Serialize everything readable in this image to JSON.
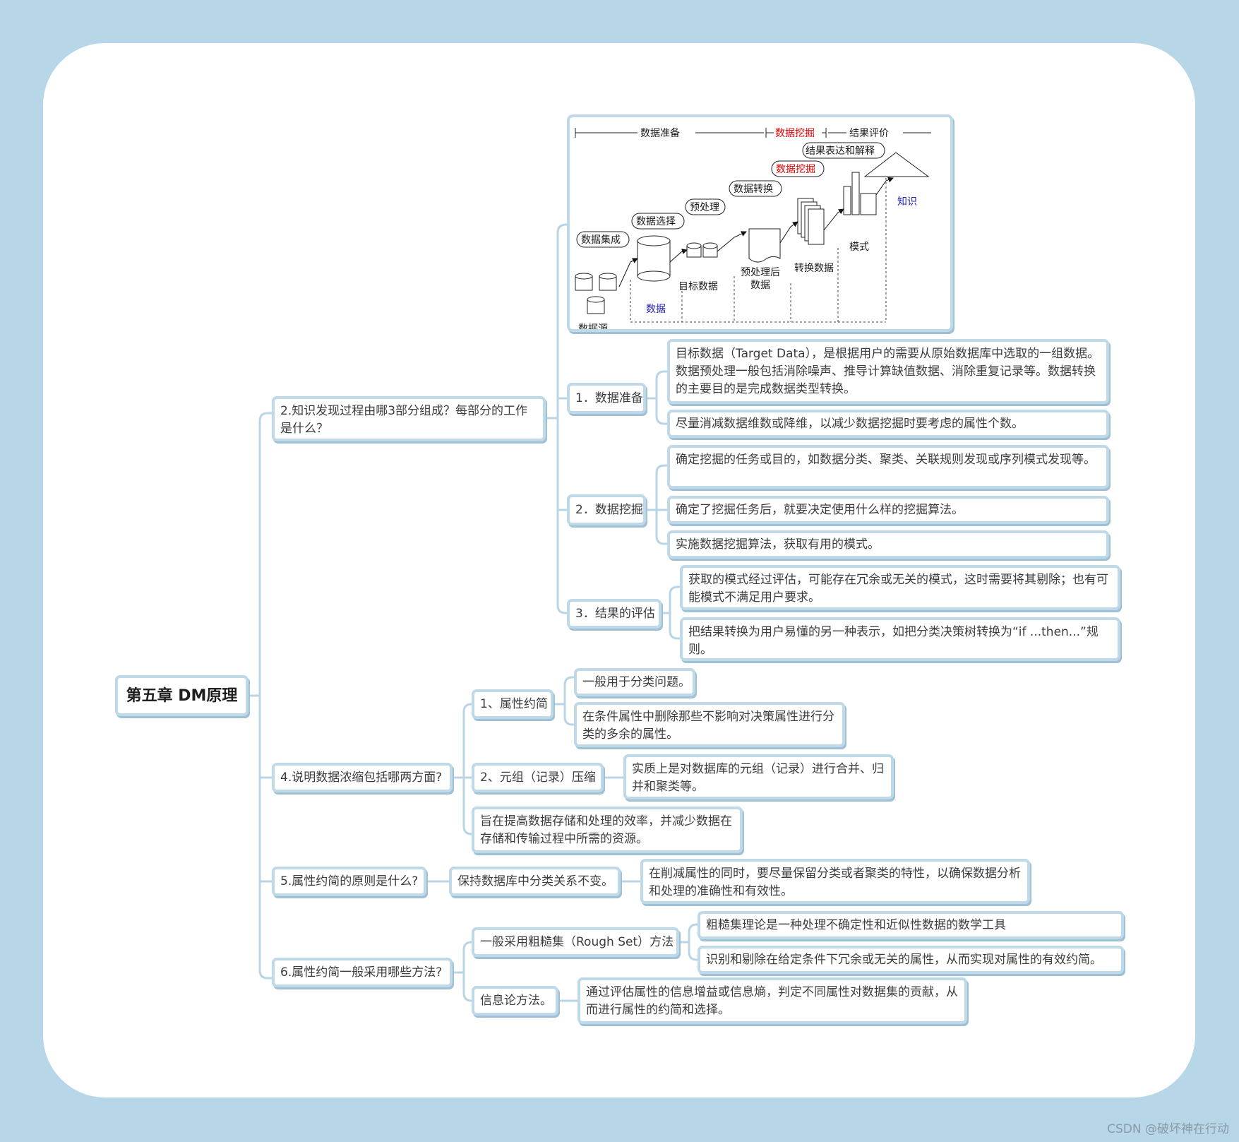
{
  "root": {
    "label": "第五章 DM原理"
  },
  "q2": {
    "label": "2.知识发现过程由哪3部分组成？每部分的工作是什么？",
    "figure": {
      "top_labels": [
        "数据准备",
        "数据挖掘",
        "结果评价"
      ],
      "steps": [
        "数据集成",
        "数据选择",
        "预处理",
        "数据转换",
        "数据挖掘",
        "结果表达和解释"
      ],
      "stores": [
        "数据源",
        "数据",
        "目标数据",
        "预处理后",
        "数据",
        "转换数据",
        "模式",
        "知识"
      ]
    },
    "parts": [
      {
        "label": "1．数据准备",
        "details": [
          "目标数据（Target Data），是根据用户的需要从原始数据库中选取的一组数据。数据预处理一般包括消除噪声、推导计算缺值数据、消除重复记录等。数据转换的主要目的是完成数据类型转换。",
          "尽量消减数据维数或降维，以减少数据挖掘时要考虑的属性个数。"
        ]
      },
      {
        "label": "2．数据挖掘",
        "details": [
          "确定挖掘的任务或目的，如数据分类、聚类、关联规则发现或序列模式发现等。",
          "确定了挖掘任务后，就要决定使用什么样的挖掘算法。",
          "实施数据挖掘算法，获取有用的模式。"
        ]
      },
      {
        "label": "3．结果的评估",
        "details": [
          "获取的模式经过评估，可能存在冗余或无关的模式，这时需要将其剔除；也有可能模式不满足用户要求。",
          "把结果转换为用户易懂的另一种表示，如把分类决策树转换为“if ...then...”规则。"
        ]
      }
    ]
  },
  "q4": {
    "label": "4.说明数据浓缩包括哪两方面?",
    "items": [
      {
        "label": "1、属性约简",
        "details": [
          "一般用于分类问题。",
          "在条件属性中删除那些不影响对决策属性进行分类的多余的属性。"
        ]
      },
      {
        "label": "2、元组（记录）压缩",
        "details": [
          "实质上是对数据库的元组（记录）进行合并、归并和聚类等。"
        ]
      }
    ],
    "note": "旨在提高数据存储和处理的效率，并减少数据在存储和传输过程中所需的资源。"
  },
  "q5": {
    "label": "5.属性约简的原则是什么?",
    "answer": "保持数据库中分类关系不变。",
    "detail": "在削减属性的同时，要尽量保留分类或者聚类的特性，以确保数据分析和处理的准确性和有效性。"
  },
  "q6": {
    "label": "6.属性约简一般采用哪些方法?",
    "methods": [
      {
        "label": "一般采用粗糙集（Rough Set）方法",
        "details": [
          "粗糙集理论是一种处理不确定性和近似性数据的数学工具",
          "识别和剔除在给定条件下冗余或无关的属性，从而实现对属性的有效约简。"
        ]
      },
      {
        "label": "信息论方法。",
        "details": [
          "通过评估属性的信息增益或信息熵，判定不同属性对数据集的贡献，从而进行属性的约简和选择。"
        ]
      }
    ]
  },
  "watermark": "CSDN @破坏神在行动",
  "colors": {
    "background": "#b7d6e7",
    "card": "#ffffff",
    "node_border": "#c0d9e8",
    "line": "#b9d5e5"
  }
}
